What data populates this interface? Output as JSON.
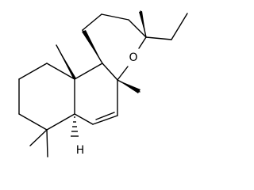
{
  "figure": {
    "type": "skeletal-structure",
    "atoms": [
      {
        "id": "oxygen",
        "label": "O"
      },
      {
        "id": "hydrogen",
        "label": "H"
      }
    ],
    "colors": {
      "bond": "#000000",
      "background": "#ffffff"
    }
  }
}
